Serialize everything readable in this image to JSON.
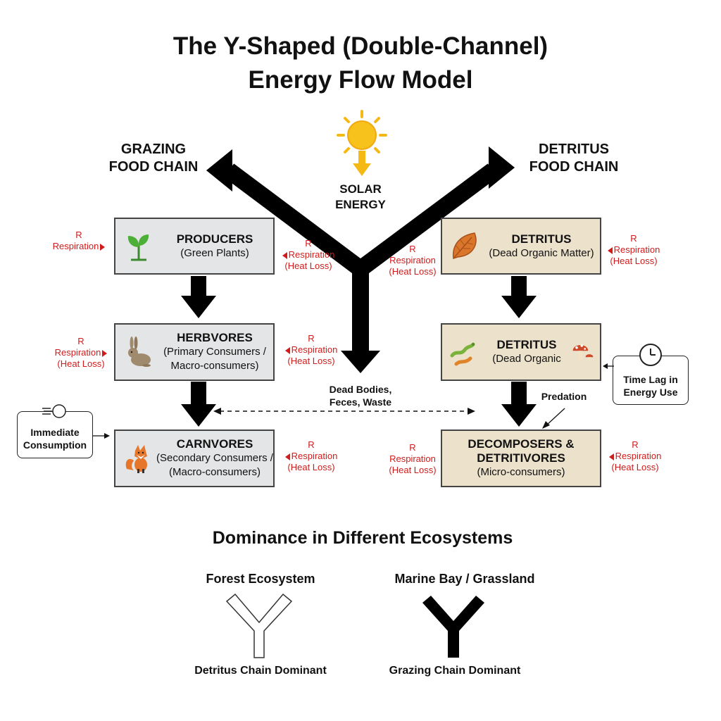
{
  "header": {
    "title_line1": "The Y-Shaped (Double-Channel)",
    "title_line2": "Energy Flow Model"
  },
  "solar": {
    "line1": "SOLAR",
    "line2": "ENERGY",
    "color": "#f5b915"
  },
  "grazing_label": {
    "line1": "GRAZING",
    "line2": "FOOD CHAIN"
  },
  "detritus_label": {
    "line1": "DETRITUS",
    "line2": "FOOD CHAIN"
  },
  "boxes": {
    "producers": {
      "title": "PRODUCERS",
      "sub1": "(Green Plants)",
      "icon": "plant-icon"
    },
    "herbivores": {
      "title": "HERBVORES",
      "sub1": "(Primary Consumers /",
      "sub2": "Macro-consumers)",
      "icon": "rabbit-icon"
    },
    "carnivores": {
      "title": "CARNVORES",
      "sub1": "(Secondary Consumers /",
      "sub2": "(Macro-consumers)",
      "icon": "fox-icon"
    },
    "detritus1": {
      "title": "DETRITUS",
      "sub1": "(Dead Organic Matter)",
      "icon": "leaf-icon"
    },
    "detritus2": {
      "title": "DETRITUS",
      "sub1": "(Dead Organic",
      "icon": "worm-mushroom-icon"
    },
    "decomposers": {
      "title1": "DECOMPOSERS &",
      "title2": "DETRITIVORES",
      "sub1": "(Micro-consumers)"
    }
  },
  "resp": {
    "r": "R",
    "respiration": "Respiration",
    "heat_loss": "(Heat Loss)",
    "color": "#d11b1b"
  },
  "notes": {
    "dead_line1": "Dead Bodies,",
    "dead_line2": "Feces, Waste",
    "predation": "Predation",
    "immediate_line1": "Immediate",
    "immediate_line2": "Consumption",
    "timelag_line1": "Time Lag in",
    "timelag_line2": "Energy Use"
  },
  "dominance": {
    "heading": "Dominance in Different Ecosystems",
    "forest": {
      "title": "Forest Ecosystem",
      "caption": "Detritus Chain Dominant"
    },
    "marine": {
      "title": "Marine Bay / Grassland",
      "caption": "Grazing Chain Dominant"
    }
  },
  "colors": {
    "gray_box": "#e4e5e6",
    "tan_box": "#ece1cb",
    "arrow": "#000000"
  }
}
